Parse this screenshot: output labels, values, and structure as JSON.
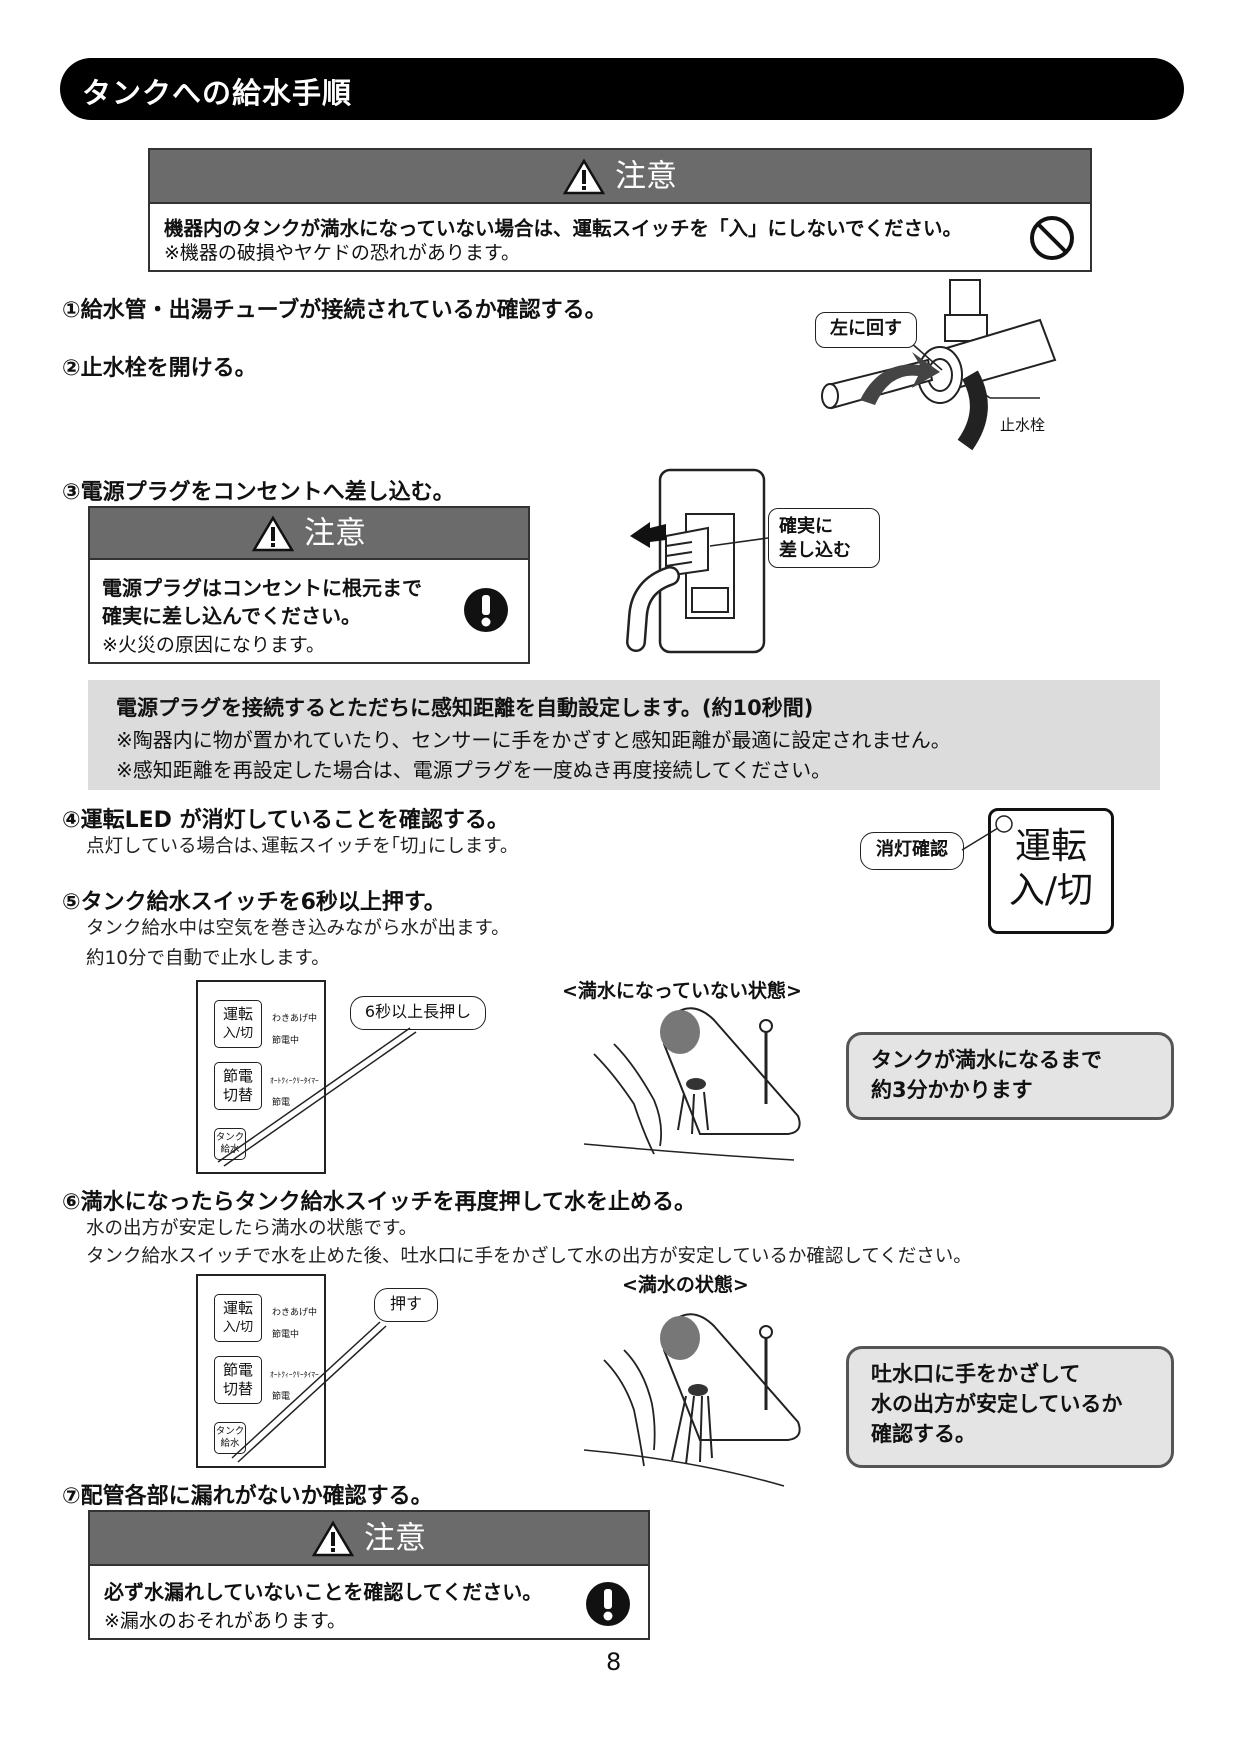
{
  "header": {
    "title": "タンクへの給水手順"
  },
  "caution_top": {
    "label": "注意",
    "line1": "機器内のタンクが満水になっていない場合は、運転スイッチを「入」にしないでください。",
    "line2": "※機器の破損やヤケドの恐れがあります。"
  },
  "steps": {
    "s1": "①給水管・出湯チューブが接続されているか確認する。",
    "s2": "②止水栓を開ける。",
    "s3": "③電源プラグをコンセントへ差し込む。",
    "s4": "④運転LED が消灯していることを確認する。",
    "s4_sub": "点灯している場合は､運転スイッチを｢切｣にします。",
    "s5": "⑤タンク給水スイッチを6秒以上押す。",
    "s5_sub1": "タンク給水中は空気を巻き込みながら水が出ます。",
    "s5_sub2": "約10分で自動で止水します。",
    "s6": "⑥満水になったらタンク給水スイッチを再度押して水を止める。",
    "s6_sub1": "水の出方が安定したら満水の状態です。",
    "s6_sub2": "タンク給水スイッチで水を止めた後、吐水口に手をかざして水の出方が安定しているか確認してください。",
    "s7": "⑦配管各部に漏れがないか確認する。"
  },
  "valve_figure": {
    "turn_left": "左に回す",
    "stop_valve": "止水栓"
  },
  "caution_plug": {
    "label": "注意",
    "line1": "電源プラグはコンセントに根元まで",
    "line2": "確実に差し込んでください。",
    "line3": "※火災の原因になります。"
  },
  "outlet_figure": {
    "tag_line1": "確実に",
    "tag_line2": "差し込む"
  },
  "sensor_note": {
    "line1": "電源プラグを接続するとただちに感知距離を自動設定します。(約10秒間)",
    "line2": "※陶器内に物が置かれていたり、センサーに手をかざすと感知距離が最適に設定されません。",
    "line3": "※感知距離を再設定した場合は、電源プラグを一度ぬき再度接続してください。"
  },
  "led_figure": {
    "tag": "消灯確認",
    "btn_line1": "運転",
    "btn_line2": "入/切"
  },
  "panel": {
    "btn1_line1": "運転",
    "btn1_line2": "入/切",
    "btn2_line1": "節電",
    "btn2_line2": "切替",
    "btn3_line1": "タンク",
    "btn3_line2": "給水",
    "label1": "わきあげ中",
    "label2": "節電中",
    "label3": "ｵｰﾄｸｨｰｸﾘｰﾀｲﾏｰ",
    "label4": "節電"
  },
  "fig5": {
    "callout_tag": "6秒以上長押し",
    "state": "<満水になっていない状態>",
    "info_line1": "タンクが満水になるまで",
    "info_line2": "約3分かかります"
  },
  "fig6": {
    "callout_tag": "押す",
    "state": "<満水の状態>",
    "info_line1": "吐水口に手をかざして",
    "info_line2": "水の出方が安定しているか",
    "info_line3": "確認する。"
  },
  "caution_leak": {
    "label": "注意",
    "line1": "必ず水漏れしていないことを確認してください。",
    "line2": "※漏水のおそれがあります。"
  },
  "page_number": "8"
}
